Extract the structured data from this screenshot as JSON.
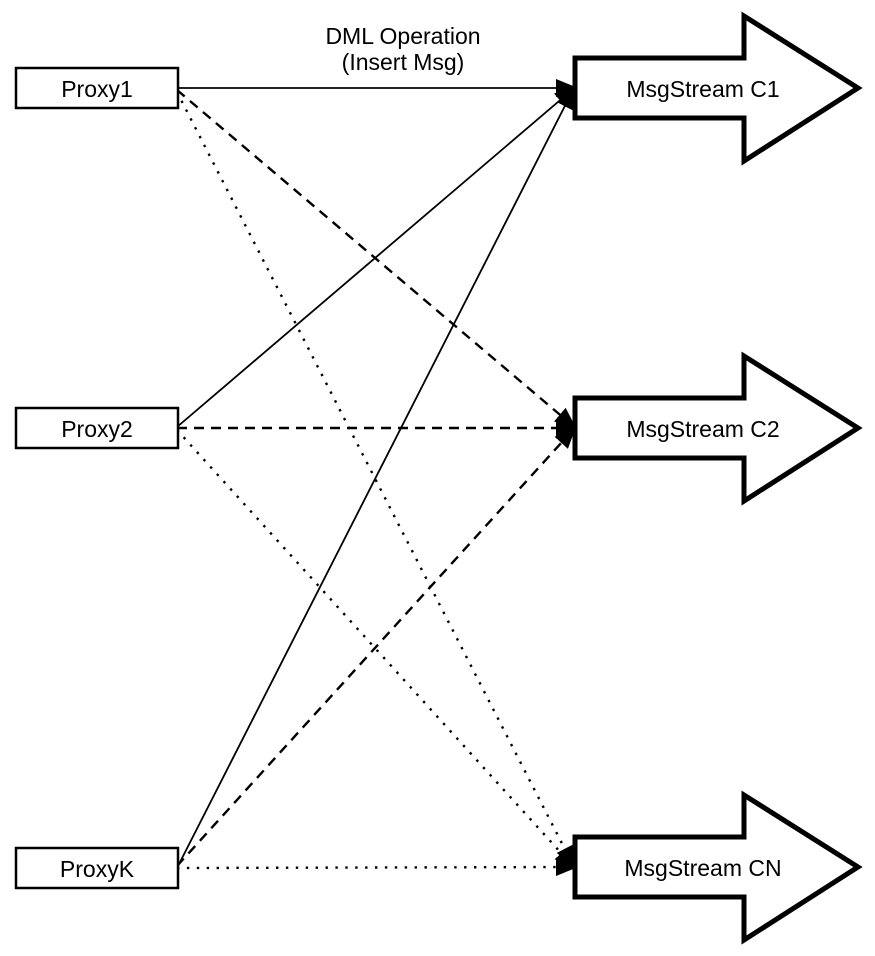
{
  "diagram": {
    "title": {
      "line1": "DML Operation",
      "line2": "(Insert Msg)"
    },
    "proxies": [
      {
        "label": "Proxy1"
      },
      {
        "label": "Proxy2"
      },
      {
        "label": "ProxyK"
      }
    ],
    "streams": [
      {
        "label": "MsgStream C1",
        "incoming_line_style": "solid"
      },
      {
        "label": "MsgStream C2",
        "incoming_line_style": "dashed"
      },
      {
        "label": "MsgStream CN",
        "incoming_line_style": "dotted"
      }
    ],
    "connections": [
      {
        "from": "Proxy1",
        "to": "MsgStream C1",
        "style": "solid"
      },
      {
        "from": "Proxy2",
        "to": "MsgStream C1",
        "style": "solid"
      },
      {
        "from": "ProxyK",
        "to": "MsgStream C1",
        "style": "solid"
      },
      {
        "from": "Proxy1",
        "to": "MsgStream C2",
        "style": "dashed"
      },
      {
        "from": "Proxy2",
        "to": "MsgStream C2",
        "style": "dashed"
      },
      {
        "from": "ProxyK",
        "to": "MsgStream C2",
        "style": "dashed"
      },
      {
        "from": "Proxy1",
        "to": "MsgStream CN",
        "style": "dotted"
      },
      {
        "from": "Proxy2",
        "to": "MsgStream CN",
        "style": "dotted"
      },
      {
        "from": "ProxyK",
        "to": "MsgStream CN",
        "style": "dotted"
      }
    ],
    "colors": {
      "line": "#000000",
      "shape_fill": "#ffffff",
      "text": "#000000",
      "background": "#ffffff"
    }
  }
}
